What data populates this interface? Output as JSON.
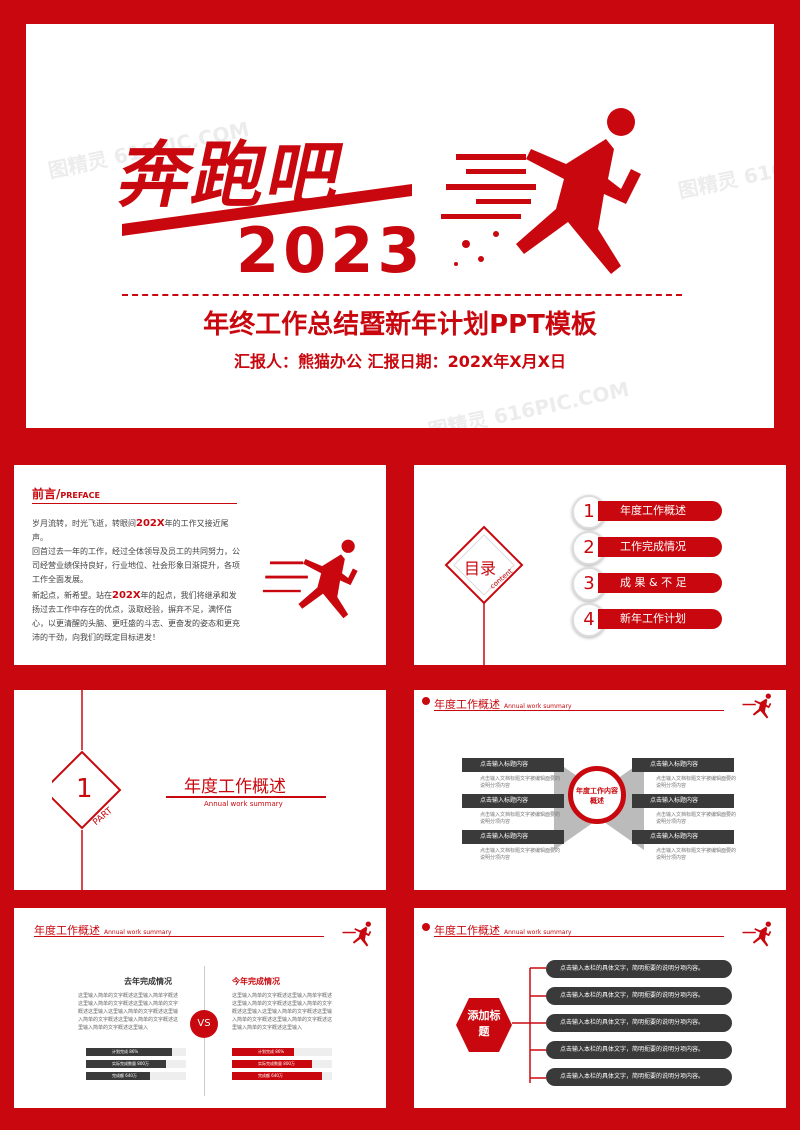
{
  "watermark": "图精灵 616PIC.COM",
  "cover": {
    "title": "奔跑吧",
    "year": "2023",
    "subtitle": "年终工作总结暨新年计划PPT模板",
    "reporter": "汇报人：熊猫办公    汇报日期：202X年X月X日"
  },
  "preface": {
    "title": "前言/",
    "title_en": "PREFACE",
    "paragraphs": [
      "岁月流转，时光飞逝，转眼间202X年的工作又接近尾声。",
      "回首过去一年的工作，经过全体领导及员工的共同努力，公司经营业绩保持良好，行业地位、社会形象日渐提升，各项工作全面发展。",
      "新起点，新希望。站在202X年的起点，我们将继承和发扬过去工作中存在的优点，汲取经验，摒弃不足，满怀信心，以更清醒的头脑、更旺盛的斗志、更奋发的姿态和更充沛的干劲，向我们的既定目标进发！"
    ]
  },
  "toc": {
    "label": "目录",
    "label_en": "content",
    "items": [
      {
        "num": "1",
        "label": "年度工作概述"
      },
      {
        "num": "2",
        "label": "工作完成情况"
      },
      {
        "num": "3",
        "label": "成 果 & 不 足"
      },
      {
        "num": "4",
        "label": "新年工作计划"
      }
    ]
  },
  "part1": {
    "num": "1",
    "part": "PART",
    "title": "年度工作概述",
    "title_en": "Annual work summary"
  },
  "overview": {
    "title": "年度工作概述",
    "title_en": "Annual work summary",
    "center": "年度工作内容概述",
    "item_title": "点击输入标题内容",
    "item_desc": "点击输入文档标题文字被编辑面要的说明分项内容"
  },
  "compare": {
    "title": "年度工作概述",
    "title_en": "Annual work summary",
    "left_title": "去年完成情况",
    "right_title": "今年完成情况",
    "vs": "VS",
    "body": "这里输入简单的文字概述这里输入简单字概述这里输入简单的文字概述这里输入简单的文字概述这里输入这里输入简单的文字概述这里输入简单的文字概述这里输入简单的文字概述这里输入简单的文字概述这里输入",
    "left_bars": [
      {
        "label": "计划完成",
        "value": "86%",
        "pct": 0.86
      },
      {
        "label": "实际完成数量",
        "value": "800万",
        "pct": 0.8
      },
      {
        "label": "完成额",
        "value": "640万",
        "pct": 0.64
      }
    ],
    "right_bars": [
      {
        "label": "计划完成",
        "value": "86%",
        "pct": 0.62
      },
      {
        "label": "实际完成数量",
        "value": "800万",
        "pct": 0.8
      },
      {
        "label": "完成额",
        "value": "640万",
        "pct": 0.9
      }
    ]
  },
  "add": {
    "title": "年度工作概述",
    "title_en": "Annual work summary",
    "hex_label": "添加标题",
    "rows": [
      "点击输入本栏的具体文字，简明扼要的说明分项内容。",
      "点击输入本栏的具体文字，简明扼要的说明分项内容。",
      "点击输入本栏的具体文字，简明扼要的说明分项内容。",
      "点击输入本栏的具体文字，简明扼要的说明分项内容。",
      "点击输入本栏的具体文字，简明扼要的说明分项内容。"
    ]
  }
}
